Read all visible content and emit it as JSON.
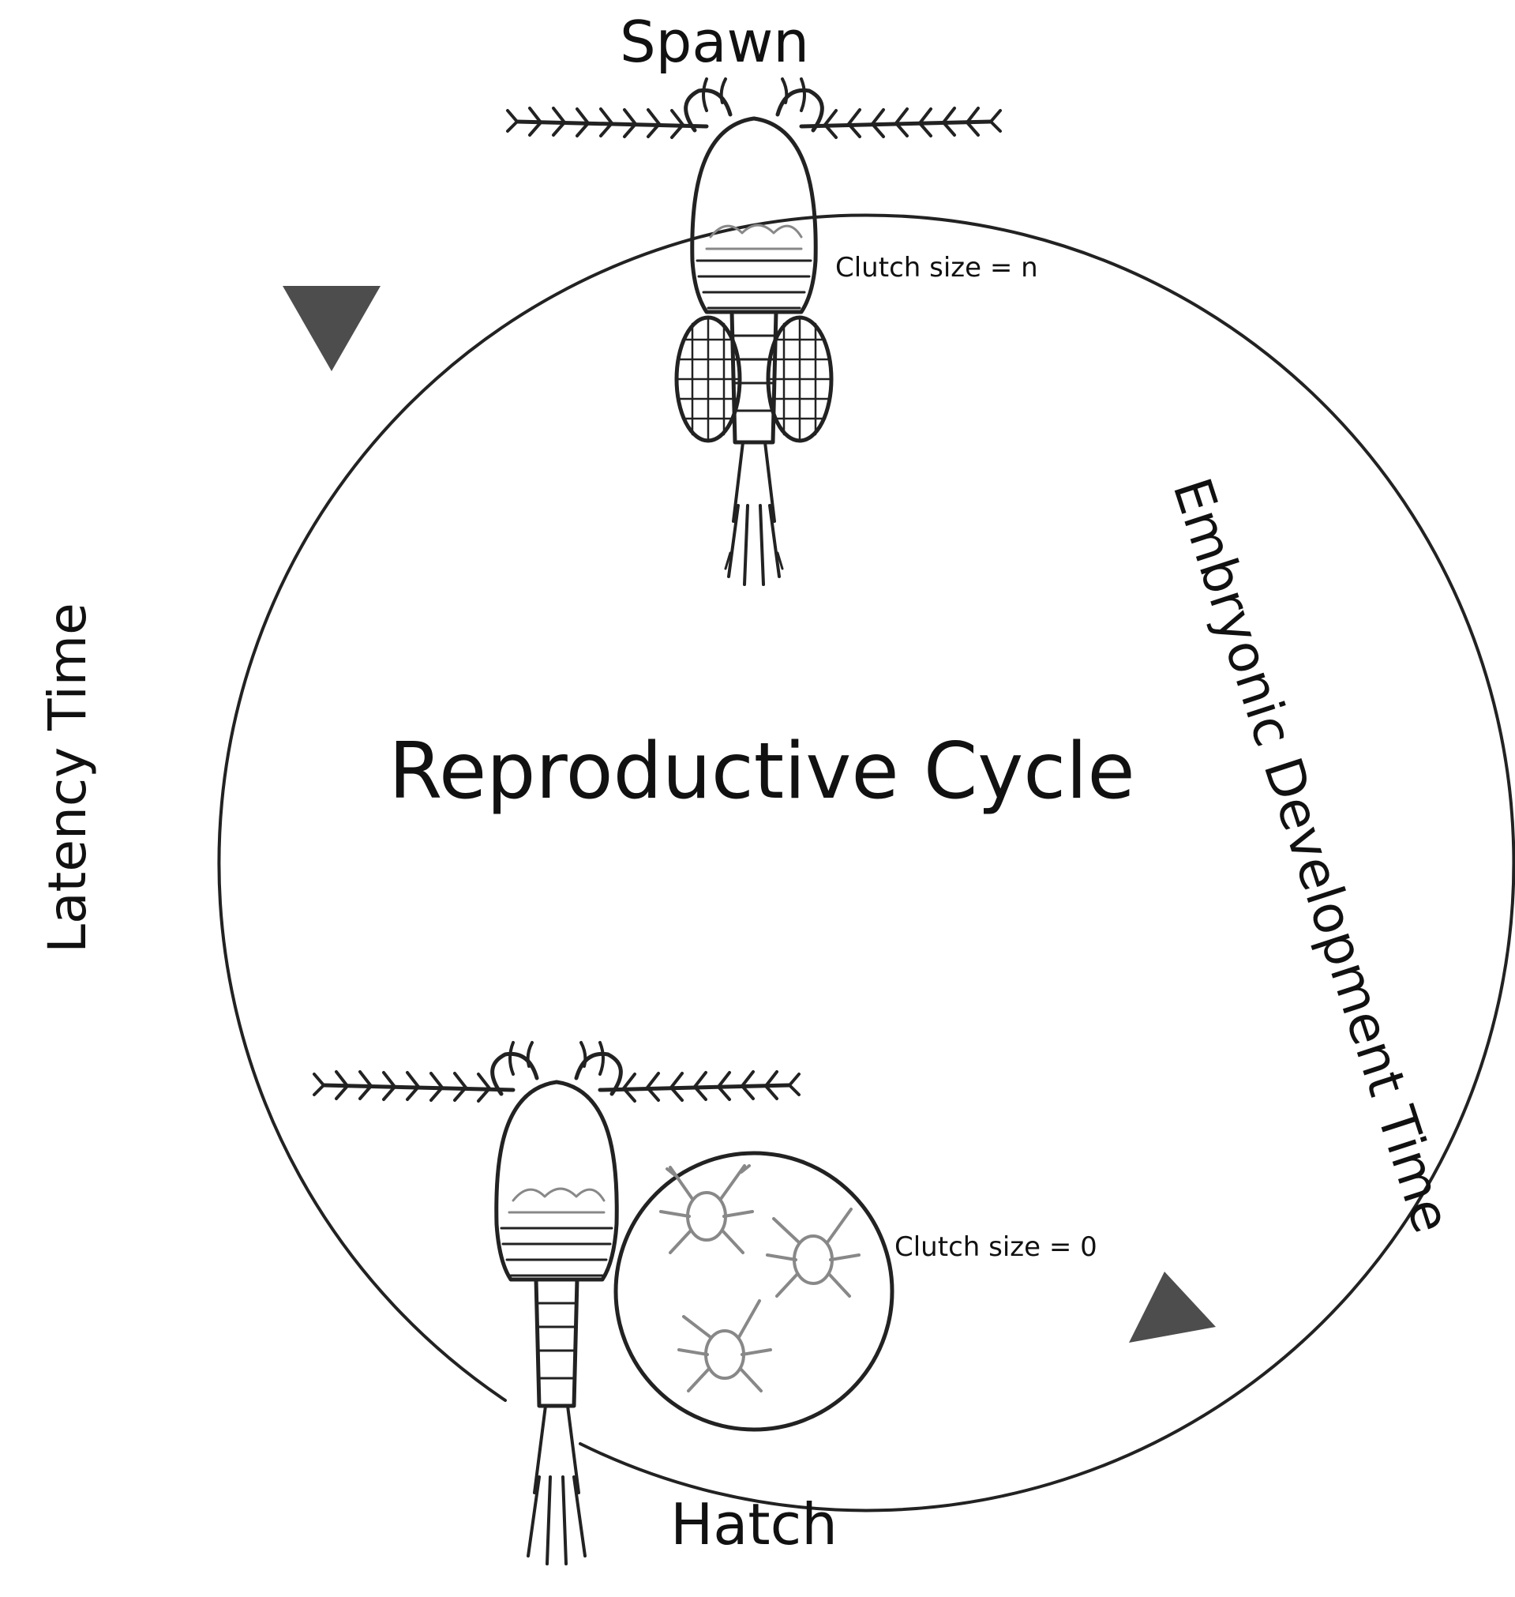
{
  "diagram": {
    "title": "Reproductive Cycle",
    "stages": {
      "spawn": "Spawn",
      "hatch": "Hatch"
    },
    "arcs": {
      "latency": "Latency Time",
      "embryonic": "Embryonic Development Time"
    },
    "clutch": {
      "spawn_label": "Clutch size = n",
      "hatch_label": "Clutch size = 0"
    },
    "colors": {
      "line": "#222222",
      "arrow": "#4d4d4d",
      "faint": "#888888",
      "background": "#ffffff"
    },
    "icons": [
      "copepod-with-egg-sacs",
      "copepod-without-egg-sacs",
      "nauplii-circle",
      "direction-arrow"
    ]
  }
}
